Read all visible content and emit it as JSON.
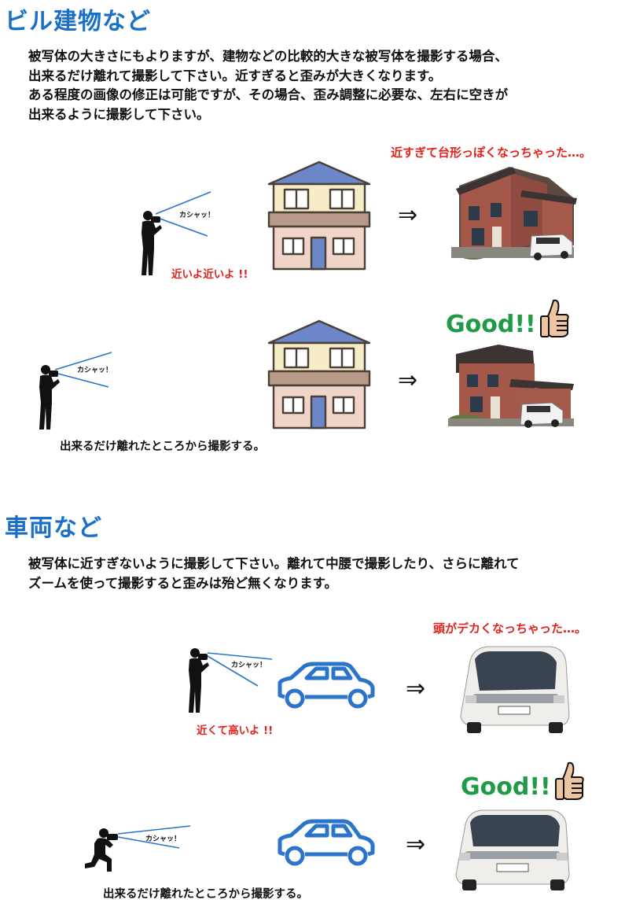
{
  "building": {
    "heading": "ビル建物など",
    "intro": [
      "被写体の大きさにもよりますが、建物などの比較的大きな被写体を撮影する場合、",
      "出来るだけ離れて撮影して下さい。近すぎると歪みが大きくなります。",
      "ある程度の画像の修正は可能ですが、その場合、歪み調整に必要な、左右に空きが",
      "出来るように撮影して下さい。"
    ],
    "bad_comment": "近すぎて台形っぽくなっちゃった…。",
    "near_shout": "近いよ近いよ !!",
    "good_label": "Good!!",
    "far_caption": "出来るだけ離れたところから撮影する。"
  },
  "vehicle": {
    "heading": "車両など",
    "intro": [
      "被写体に近すぎないように撮影して下さい。離れて中腰で撮影したり、さらに離れて",
      "ズームを使って撮影すると歪みは殆ど無くなります。"
    ],
    "bad_comment": "頭がデカくなっちゃった…。",
    "near_shout": "近くて高いよ !!",
    "good_label": "Good!!",
    "far_caption": "出来るだけ離れたところから撮影する。"
  },
  "common": {
    "shutter_sound": "カシャッ！",
    "arrow": "⇒"
  },
  "icons": {
    "photographer": "photographer-silhouette-icon",
    "house": "house-illustration-icon",
    "car": "car-outline-icon",
    "thumbs_up": "thumbs-up-icon"
  },
  "colors": {
    "heading_blue": "#1a6fc9",
    "warning_red": "#e4211c",
    "good_green": "#1f9a45",
    "view_line_blue": "#2a74c9"
  }
}
